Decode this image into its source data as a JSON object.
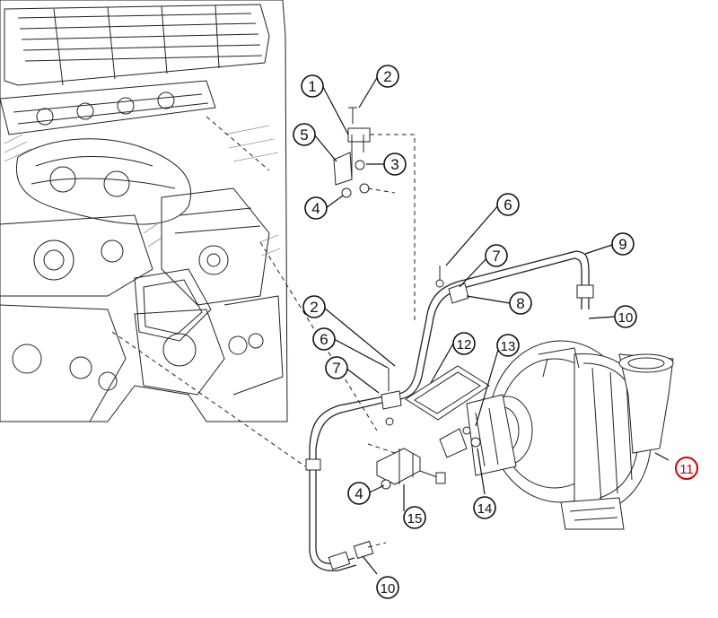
{
  "callouts": [
    {
      "id": "c1",
      "label": "1",
      "highlight": false
    },
    {
      "id": "c2a",
      "label": "2",
      "highlight": false
    },
    {
      "id": "c3",
      "label": "3",
      "highlight": false
    },
    {
      "id": "c4a",
      "label": "4",
      "highlight": false
    },
    {
      "id": "c5",
      "label": "5",
      "highlight": false
    },
    {
      "id": "c6a",
      "label": "6",
      "highlight": false
    },
    {
      "id": "c7a",
      "label": "7",
      "highlight": false
    },
    {
      "id": "c8",
      "label": "8",
      "highlight": false
    },
    {
      "id": "c9",
      "label": "9",
      "highlight": false
    },
    {
      "id": "c10a",
      "label": "10",
      "highlight": false
    },
    {
      "id": "c2b",
      "label": "2",
      "highlight": false
    },
    {
      "id": "c6b",
      "label": "6",
      "highlight": false
    },
    {
      "id": "c7b",
      "label": "7",
      "highlight": false
    },
    {
      "id": "c12",
      "label": "12",
      "highlight": false
    },
    {
      "id": "c13",
      "label": "13",
      "highlight": false
    },
    {
      "id": "c11",
      "label": "11",
      "highlight": true
    },
    {
      "id": "c4b",
      "label": "4",
      "highlight": false
    },
    {
      "id": "c14",
      "label": "14",
      "highlight": false
    },
    {
      "id": "c15",
      "label": "15",
      "highlight": false
    },
    {
      "id": "c10b",
      "label": "10",
      "highlight": false
    }
  ],
  "colors": {
    "line": "#111111",
    "background": "#ffffff",
    "highlight": "#d40000"
  }
}
